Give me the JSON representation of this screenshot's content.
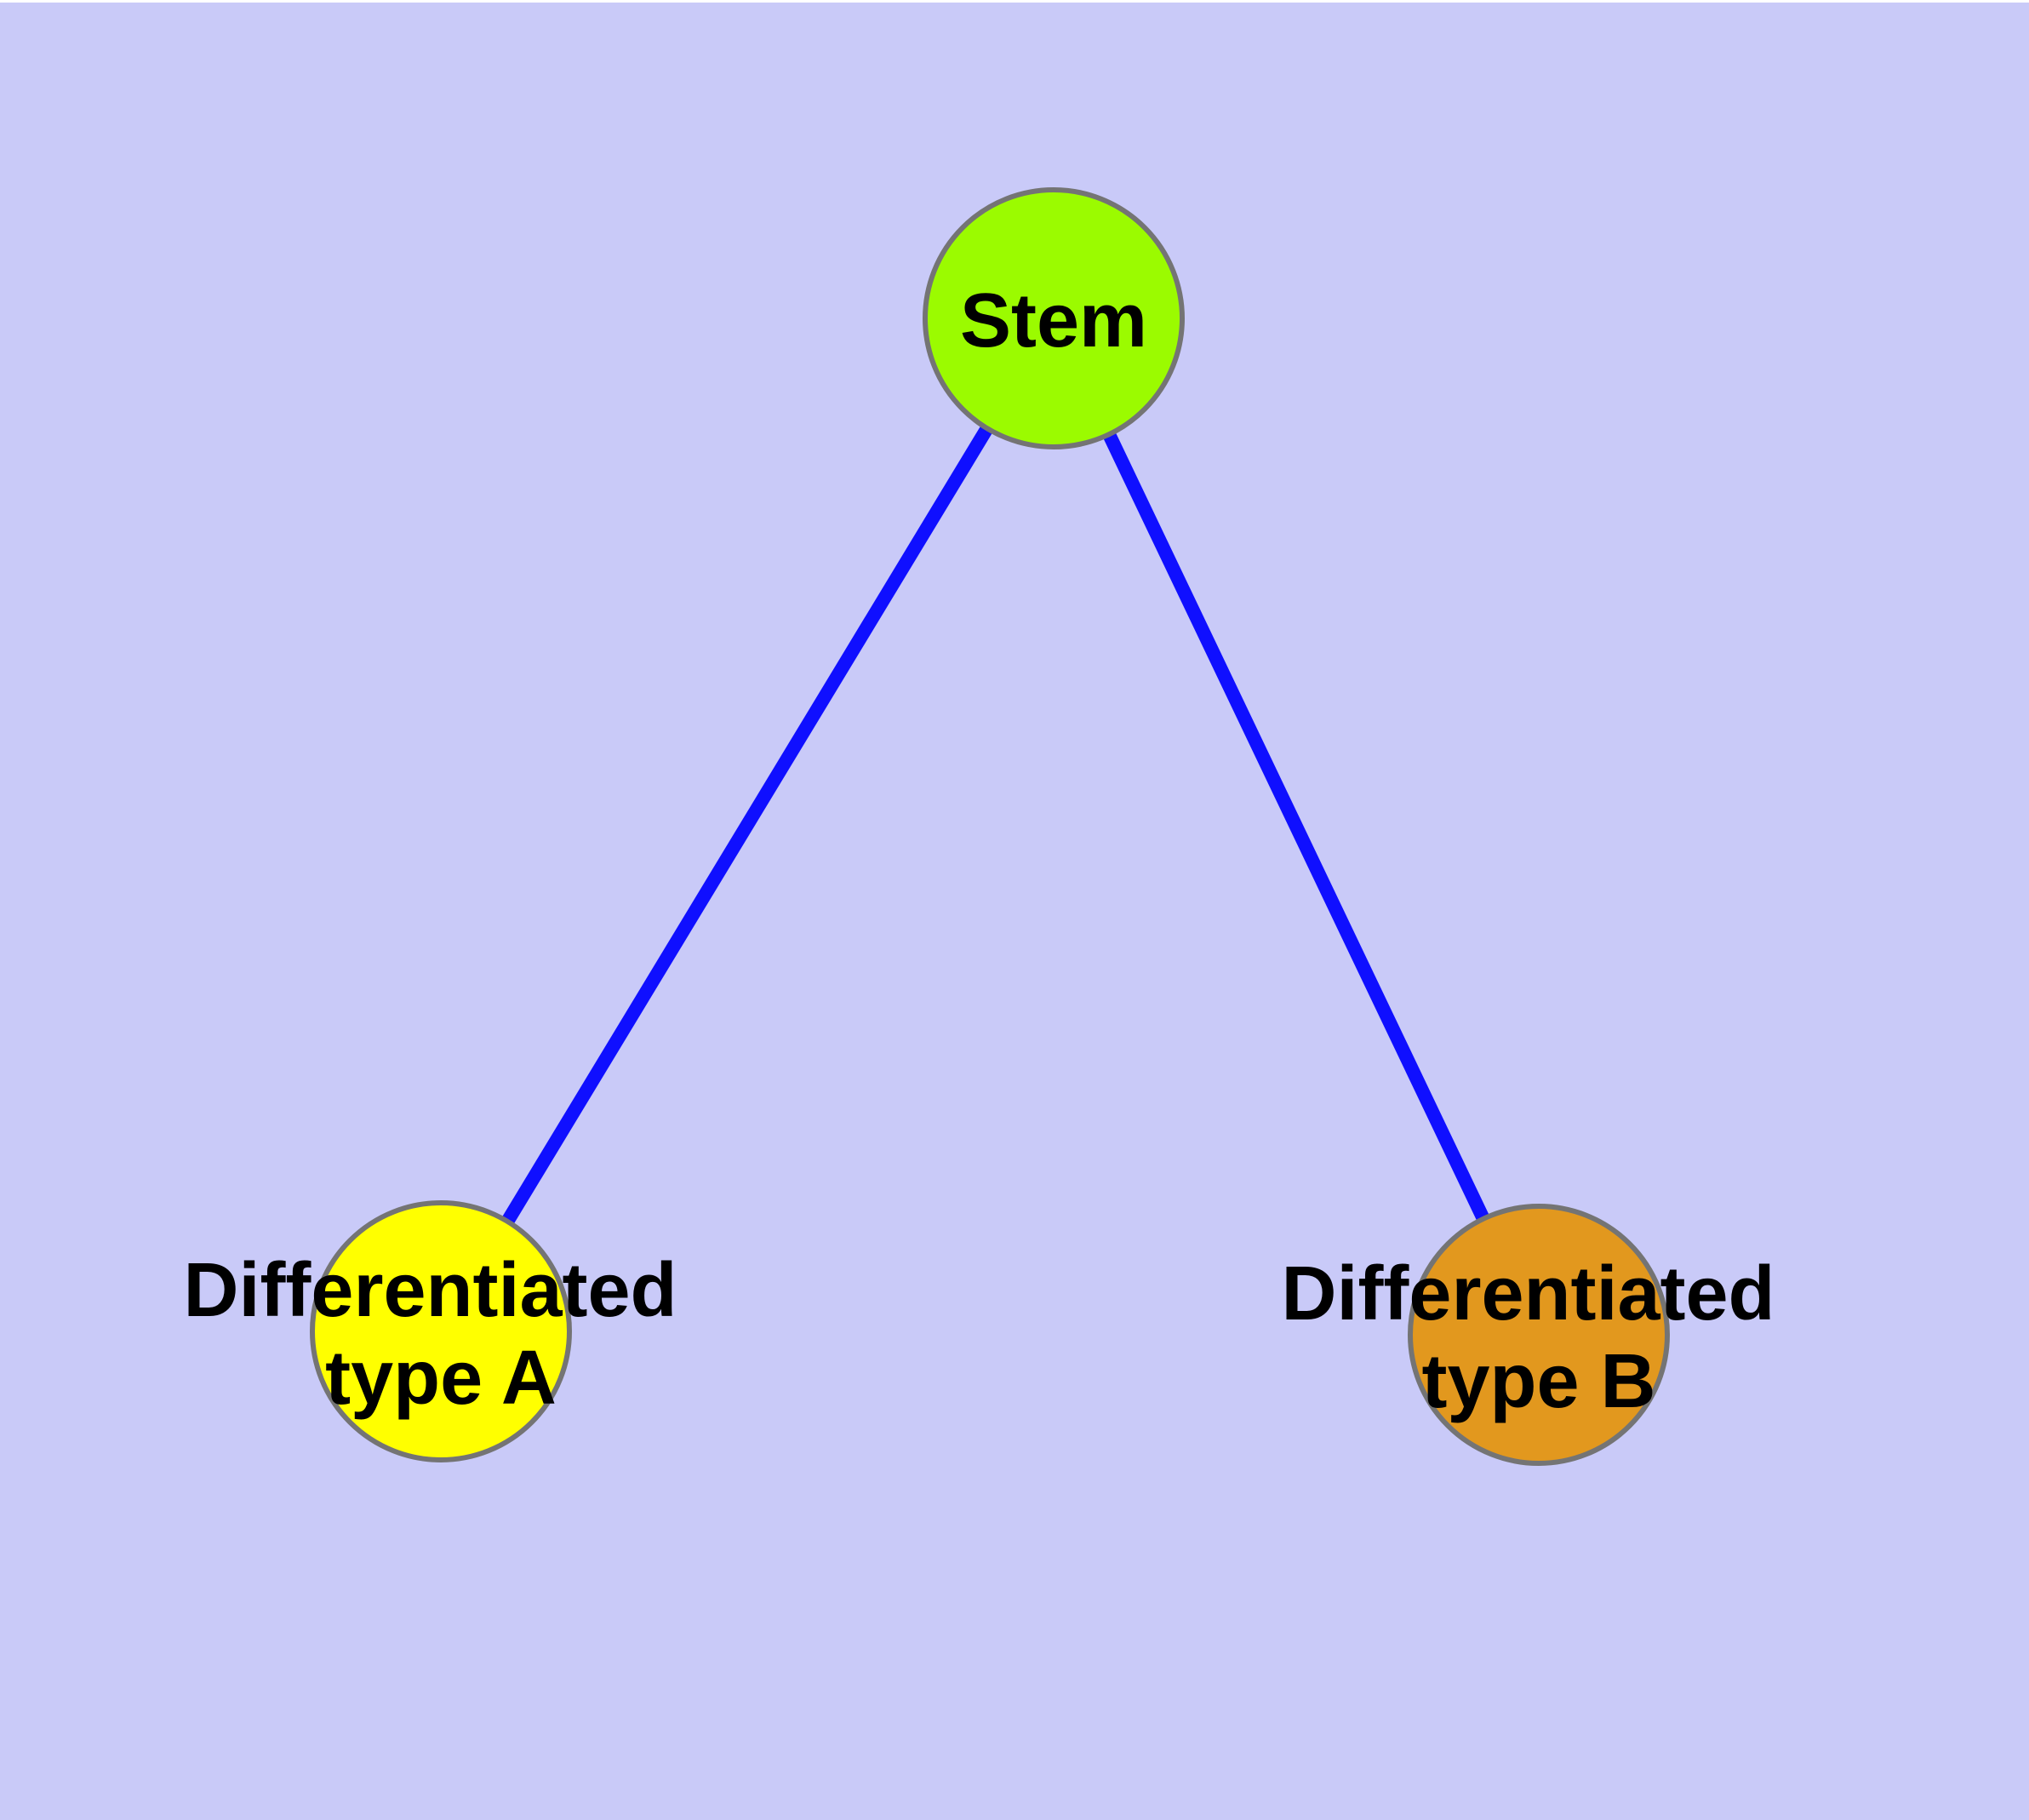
{
  "diagram": {
    "type": "graph",
    "background_color": "#C9CAF8",
    "edge_color": "#0F0FFF",
    "node_border_color": "#747474",
    "label_color": "#000000",
    "nodes": [
      {
        "id": "stem",
        "label": "Stem",
        "fill": "#9BFB00"
      },
      {
        "id": "differentiated-type-a",
        "label_line1": "Differentiated",
        "label_line2": "type A",
        "label": "Differentiated type A",
        "fill": "#FFFF00"
      },
      {
        "id": "differentiated-type-b",
        "label_line1": "Differentiated",
        "label_line2": "type B",
        "label": "Differentiated type B",
        "fill": "#E2981E"
      }
    ],
    "edges": [
      {
        "from": "Stem",
        "to": "Differentiated type A"
      },
      {
        "from": "Stem",
        "to": "Differentiated type B"
      }
    ]
  }
}
